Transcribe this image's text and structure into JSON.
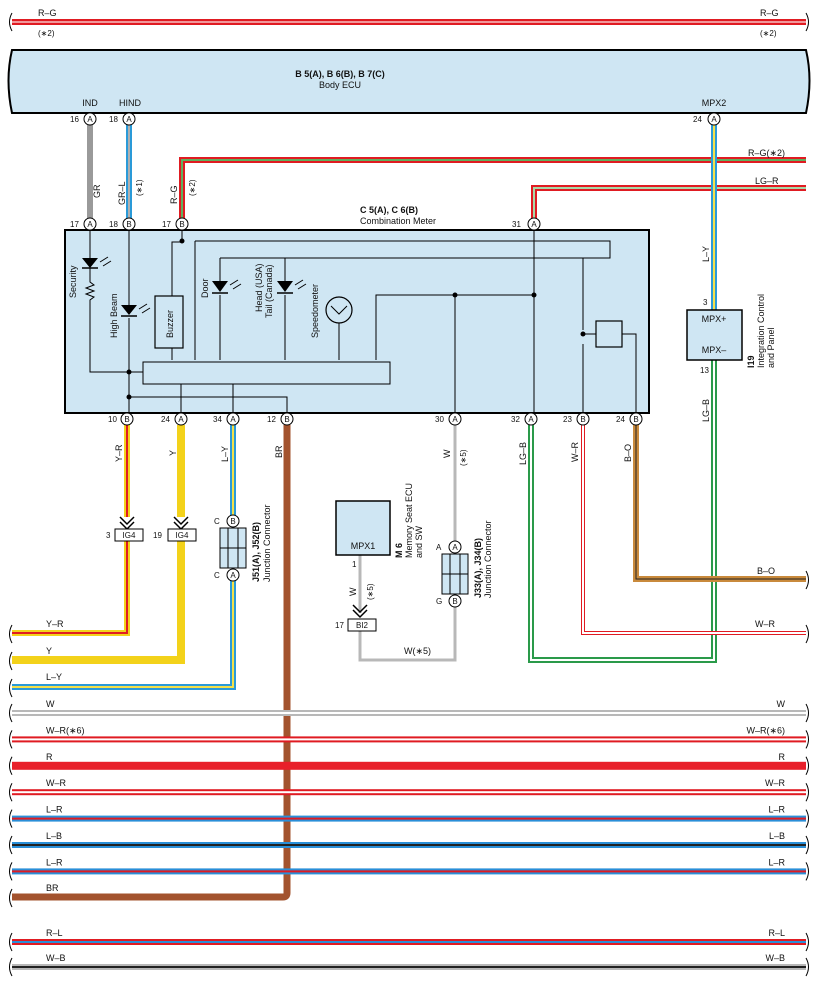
{
  "body_ecu": {
    "id": "B 5(A), B 6(B), B 7(C)",
    "name": "Body ECU",
    "pin_ind": "IND",
    "pin_hind": "HIND",
    "pin_mpx2": "MPX2"
  },
  "combination_meter": {
    "id": "C 5(A), C 6(B)",
    "name": "Combination Meter",
    "security": "Security",
    "high_beam": "High Beam",
    "buzzer": "Buzzer",
    "door": "Door",
    "head_usa": "Head (USA)",
    "tail_canada": "Tail (Canada)",
    "speedometer": "Speedometer"
  },
  "integration_panel": {
    "id": "I19",
    "name_line1": "Integration Control",
    "name_line2": "and Panel",
    "mpx_plus": "MPX+",
    "mpx_minus": "MPX–",
    "pin_top": "3",
    "pin_bottom": "13"
  },
  "memory_seat": {
    "id": "M 6",
    "name_line1": "Memory Seat ECU",
    "name_line2": "and SW",
    "pin_label": "MPX1",
    "pin_no": "1"
  },
  "junction_j51": {
    "id": "J51(A), J52(B)",
    "name": "Junction Connector",
    "c1": "C",
    "c2": "C",
    "b": "B",
    "a": "A"
  },
  "junction_j33": {
    "id": "J33(A), J34(B)",
    "name": "Junction Connector",
    "a1": "A",
    "g1": "G",
    "a": "A",
    "b": "B"
  },
  "connectors": {
    "ig4_a_pin": "3",
    "ig4_a": "IG4",
    "ig4_b_pin": "19",
    "ig4_b": "IG4",
    "bi2_pin": "17",
    "bi2": "BI2"
  },
  "pins": {
    "ecu_16": "16",
    "ecu_18": "18",
    "ecu_24": "24",
    "m_17a": "17",
    "m_18b": "18",
    "m_17b": "17",
    "m_31a": "31",
    "m_10b": "10",
    "m_24a": "24",
    "m_34a": "34",
    "m_12b": "12",
    "m_30a": "30",
    "m_32a": "32",
    "m_23b": "23",
    "m_24b": "24"
  },
  "wire_labels": {
    "gr": "GR",
    "gr_l": "GR–L",
    "note1": "(∗1)",
    "r_g": "R–G",
    "note2": "(∗2)",
    "r_g_note2": "R–G(∗2)",
    "lg_r": "LG–R",
    "l_y": "L–Y",
    "lg_b": "LG–B",
    "y_r": "Y–R",
    "y": "Y",
    "l_y2": "L–Y",
    "br": "BR",
    "w": "W",
    "note5": "(∗5)",
    "lg_b2": "LG–B",
    "w_r": "W–R",
    "b_o": "B–O",
    "w5": "W",
    "note5b": "(∗5)",
    "w_note5": "W(∗5)"
  },
  "top_bus": {
    "label_left": "R–G",
    "label_right": "R–G",
    "note_left": "(∗2)",
    "note_right": "(∗2)"
  },
  "right_bus": {
    "b_o": "B–O",
    "w_r": "W–R"
  },
  "left_bus": {
    "y_r": "Y–R",
    "y": "Y",
    "l_y": "L–Y",
    "br": "BR"
  },
  "buses": [
    {
      "left": "W",
      "right": "W",
      "color": "#b8b8b8",
      "stripe": "#ffffff"
    },
    {
      "left": "W–R(∗6)",
      "right": "W–R(∗6)",
      "color": "#e01b22",
      "stripe": "#ffffff"
    },
    {
      "left": "R",
      "right": "R",
      "color": "#e8202a",
      "stripe": ""
    },
    {
      "left": "W–R",
      "right": "W–R",
      "color": "#e01b22",
      "stripe": "#ffffff"
    },
    {
      "left": "L–R",
      "right": "L–R",
      "color": "#2a8fd8",
      "stripe": "#e01b22"
    },
    {
      "left": "L–B",
      "right": "L–B",
      "color": "#2a8fd8",
      "stripe": "#222222"
    },
    {
      "left": "L–R",
      "right": "L–R",
      "color": "#2a8fd8",
      "stripe": "#e01b22"
    }
  ],
  "bottom_buses": [
    {
      "left": "R–L",
      "right": "R–L"
    },
    {
      "left": "W–B",
      "right": "W–B"
    }
  ]
}
